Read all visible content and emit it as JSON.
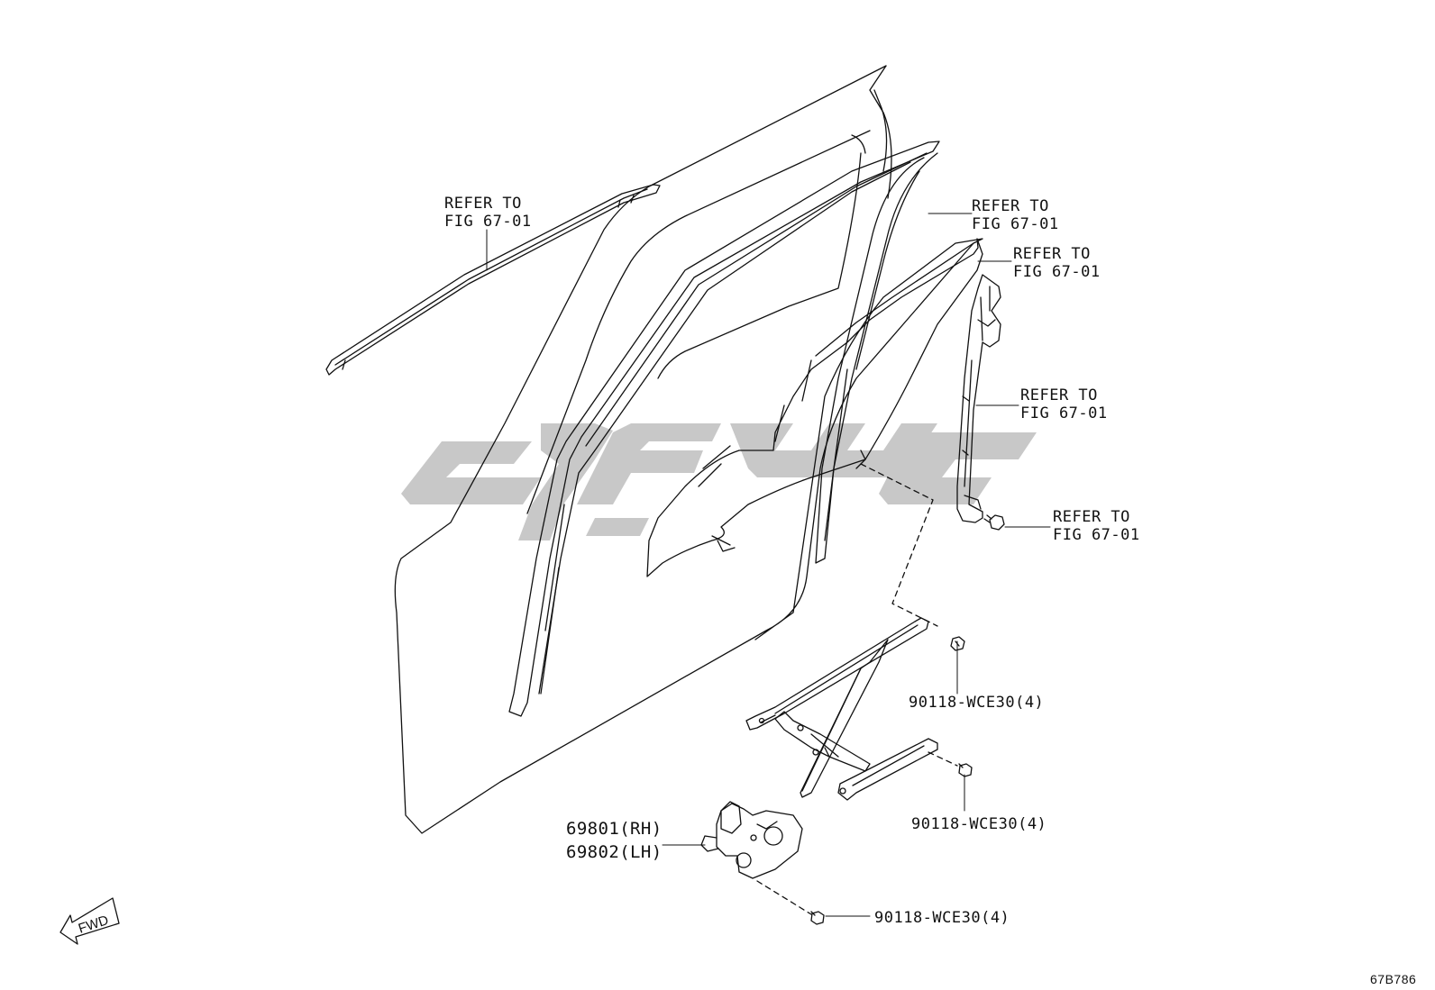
{
  "callouts": {
    "refer_1": {
      "line1": "REFER TO",
      "line2": "FIG 67-01"
    },
    "refer_2": {
      "line1": "REFER TO",
      "line2": "FIG 67-01"
    },
    "refer_3": {
      "line1": "REFER TO",
      "line2": "FIG 67-01"
    },
    "refer_4": {
      "line1": "REFER TO",
      "line2": "FIG 67-01"
    },
    "refer_5": {
      "line1": "REFER TO",
      "line2": "FIG 67-01"
    },
    "bolt_1": "90118-WCE30(4)",
    "bolt_2": "90118-WCE30(4)",
    "bolt_3": "90118-WCE30(4)",
    "regulator_rh": "69801(RH)",
    "regulator_lh": "69802(LH)"
  },
  "fwd_label": "FWD",
  "figure_code": "67B786",
  "icons": [
    "fwd-arrow-icon",
    "bolt-icon",
    "window-regulator-motor-icon"
  ],
  "colors": {
    "line": "#111111",
    "watermark": "#c8c8c8",
    "background": "#ffffff"
  }
}
